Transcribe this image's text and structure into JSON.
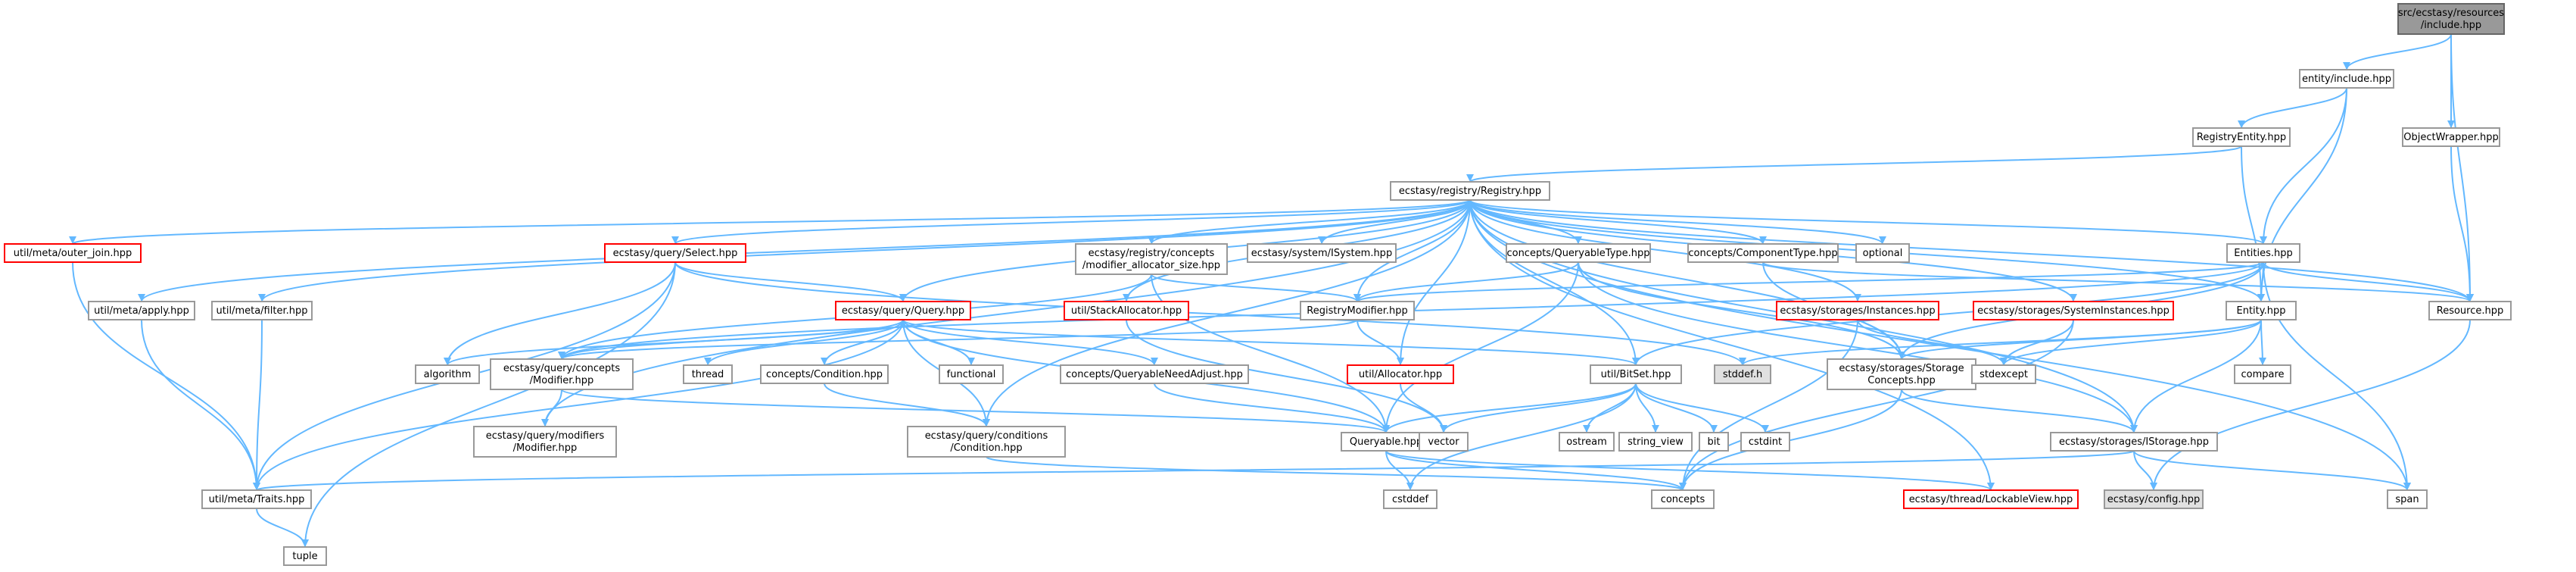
{
  "nodes": [
    {
      "id": "root",
      "lines": [
        "src/ecstasy/resources",
        "/include.hpp"
      ],
      "style": "root"
    },
    {
      "id": "entity_include",
      "lines": [
        "entity/include.hpp"
      ],
      "style": "normal"
    },
    {
      "id": "object_wrapper",
      "lines": [
        "ObjectWrapper.hpp"
      ],
      "style": "normal"
    },
    {
      "id": "registry_entity",
      "lines": [
        "RegistryEntity.hpp"
      ],
      "style": "normal"
    },
    {
      "id": "registry",
      "lines": [
        "ecstasy/registry/Registry.hpp"
      ],
      "style": "normal"
    },
    {
      "id": "outer_join",
      "lines": [
        "util/meta/outer_join.hpp"
      ],
      "style": "red"
    },
    {
      "id": "select",
      "lines": [
        "ecstasy/query/Select.hpp"
      ],
      "style": "red"
    },
    {
      "id": "modifier_alloc",
      "lines": [
        "ecstasy/registry/concepts",
        "/modifier_allocator_size.hpp"
      ],
      "style": "normal"
    },
    {
      "id": "isystem",
      "lines": [
        "ecstasy/system/ISystem.hpp"
      ],
      "style": "normal"
    },
    {
      "id": "queryable_type",
      "lines": [
        "concepts/QueryableType.hpp"
      ],
      "style": "normal"
    },
    {
      "id": "component_type",
      "lines": [
        "concepts/ComponentType.hpp"
      ],
      "style": "normal"
    },
    {
      "id": "optional",
      "lines": [
        "optional"
      ],
      "style": "normal"
    },
    {
      "id": "entities",
      "lines": [
        "Entities.hpp"
      ],
      "style": "normal"
    },
    {
      "id": "apply",
      "lines": [
        "util/meta/apply.hpp"
      ],
      "style": "normal"
    },
    {
      "id": "filter",
      "lines": [
        "util/meta/filter.hpp"
      ],
      "style": "normal"
    },
    {
      "id": "query",
      "lines": [
        "ecstasy/query/Query.hpp"
      ],
      "style": "red"
    },
    {
      "id": "stack_alloc",
      "lines": [
        "util/StackAllocator.hpp"
      ],
      "style": "red"
    },
    {
      "id": "registry_modifier",
      "lines": [
        "RegistryModifier.hpp"
      ],
      "style": "normal"
    },
    {
      "id": "instances",
      "lines": [
        "ecstasy/storages/Instances.hpp"
      ],
      "style": "red"
    },
    {
      "id": "system_instances",
      "lines": [
        "ecstasy/storages/SystemInstances.hpp"
      ],
      "style": "red"
    },
    {
      "id": "entity",
      "lines": [
        "Entity.hpp"
      ],
      "style": "normal"
    },
    {
      "id": "resource",
      "lines": [
        "Resource.hpp"
      ],
      "style": "normal"
    },
    {
      "id": "algorithm",
      "lines": [
        "algorithm"
      ],
      "style": "normal"
    },
    {
      "id": "q_modifier",
      "lines": [
        "ecstasy/query/concepts",
        "/Modifier.hpp"
      ],
      "style": "normal"
    },
    {
      "id": "thread",
      "lines": [
        "thread"
      ],
      "style": "normal"
    },
    {
      "id": "condition",
      "lines": [
        "concepts/Condition.hpp"
      ],
      "style": "normal"
    },
    {
      "id": "functional",
      "lines": [
        "functional"
      ],
      "style": "normal"
    },
    {
      "id": "queryable_need",
      "lines": [
        "concepts/QueryableNeedAdjust.hpp"
      ],
      "style": "normal"
    },
    {
      "id": "allocator",
      "lines": [
        "util/Allocator.hpp"
      ],
      "style": "red"
    },
    {
      "id": "stddef_h",
      "lines": [
        "stddef.h"
      ],
      "style": "gray"
    },
    {
      "id": "bitset",
      "lines": [
        "util/BitSet.hpp"
      ],
      "style": "normal"
    },
    {
      "id": "storage_concepts",
      "lines": [
        "ecstasy/storages/Storage",
        "Concepts.hpp"
      ],
      "style": "normal"
    },
    {
      "id": "stdexcept",
      "lines": [
        "stdexcept"
      ],
      "style": "normal"
    },
    {
      "id": "compare",
      "lines": [
        "compare"
      ],
      "style": "normal"
    },
    {
      "id": "mods_modifier",
      "lines": [
        "ecstasy/query/modifiers",
        "/Modifier.hpp"
      ],
      "style": "normal"
    },
    {
      "id": "conditions_condition",
      "lines": [
        "ecstasy/query/conditions",
        "/Condition.hpp"
      ],
      "style": "normal"
    },
    {
      "id": "queryable",
      "lines": [
        "Queryable.hpp"
      ],
      "style": "normal"
    },
    {
      "id": "vector",
      "lines": [
        "vector"
      ],
      "style": "normal"
    },
    {
      "id": "ostream",
      "lines": [
        "ostream"
      ],
      "style": "normal"
    },
    {
      "id": "string_view",
      "lines": [
        "string_view"
      ],
      "style": "normal"
    },
    {
      "id": "bit",
      "lines": [
        "bit"
      ],
      "style": "normal"
    },
    {
      "id": "cstdint",
      "lines": [
        "cstdint"
      ],
      "style": "normal"
    },
    {
      "id": "istorage",
      "lines": [
        "ecstasy/storages/IStorage.hpp"
      ],
      "style": "normal"
    },
    {
      "id": "traits",
      "lines": [
        "util/meta/Traits.hpp"
      ],
      "style": "normal"
    },
    {
      "id": "cstddef",
      "lines": [
        "cstddef"
      ],
      "style": "normal"
    },
    {
      "id": "concepts",
      "lines": [
        "concepts"
      ],
      "style": "normal"
    },
    {
      "id": "lockable_view",
      "lines": [
        "ecstasy/thread/LockableView.hpp"
      ],
      "style": "red"
    },
    {
      "id": "config",
      "lines": [
        "ecstasy/config.hpp"
      ],
      "style": "gray"
    },
    {
      "id": "span",
      "lines": [
        "span"
      ],
      "style": "normal"
    },
    {
      "id": "tuple",
      "lines": [
        "tuple"
      ],
      "style": "normal"
    }
  ],
  "edges": [
    [
      "root",
      "entity_include"
    ],
    [
      "root",
      "object_wrapper"
    ],
    [
      "root",
      "resource"
    ],
    [
      "entity_include",
      "registry_entity"
    ],
    [
      "entity_include",
      "entities"
    ],
    [
      "entity_include",
      "entity"
    ],
    [
      "object_wrapper",
      "resource"
    ],
    [
      "registry_entity",
      "registry"
    ],
    [
      "registry_entity",
      "entity"
    ],
    [
      "registry",
      "outer_join"
    ],
    [
      "registry",
      "select"
    ],
    [
      "registry",
      "modifier_alloc"
    ],
    [
      "registry",
      "isystem"
    ],
    [
      "registry",
      "queryable_type"
    ],
    [
      "registry",
      "component_type"
    ],
    [
      "registry",
      "optional"
    ],
    [
      "registry",
      "entities"
    ],
    [
      "registry",
      "apply"
    ],
    [
      "registry",
      "filter"
    ],
    [
      "registry",
      "query"
    ],
    [
      "registry",
      "stack_alloc"
    ],
    [
      "registry",
      "registry_modifier"
    ],
    [
      "registry",
      "instances"
    ],
    [
      "registry",
      "system_instances"
    ],
    [
      "registry",
      "entity"
    ],
    [
      "registry",
      "resource"
    ],
    [
      "registry",
      "allocator"
    ],
    [
      "registry",
      "bitset"
    ],
    [
      "registry",
      "storage_concepts"
    ],
    [
      "registry",
      "istorage"
    ],
    [
      "registry",
      "mods_modifier"
    ],
    [
      "registry",
      "conditions_condition"
    ],
    [
      "registry",
      "lockable_view"
    ],
    [
      "registry",
      "span"
    ],
    [
      "outer_join",
      "traits"
    ],
    [
      "select",
      "query"
    ],
    [
      "select",
      "algorithm"
    ],
    [
      "select",
      "traits"
    ],
    [
      "select",
      "tuple"
    ],
    [
      "select",
      "stddef_h"
    ],
    [
      "modifier_alloc",
      "q_modifier"
    ],
    [
      "modifier_alloc",
      "registry_modifier"
    ],
    [
      "modifier_alloc",
      "queryable"
    ],
    [
      "queryable_type",
      "registry_modifier"
    ],
    [
      "queryable_type",
      "storage_concepts"
    ],
    [
      "queryable_type",
      "queryable"
    ],
    [
      "queryable_type",
      "istorage"
    ],
    [
      "component_type",
      "storage_concepts"
    ],
    [
      "component_type",
      "resource"
    ],
    [
      "entities",
      "entity"
    ],
    [
      "entities",
      "resource"
    ],
    [
      "entities",
      "registry_modifier"
    ],
    [
      "entities",
      "bitset"
    ],
    [
      "entities",
      "storage_concepts"
    ],
    [
      "entities",
      "span"
    ],
    [
      "entities",
      "q_modifier"
    ],
    [
      "apply",
      "traits"
    ],
    [
      "filter",
      "traits"
    ],
    [
      "query",
      "algorithm"
    ],
    [
      "query",
      "q_modifier"
    ],
    [
      "query",
      "thread"
    ],
    [
      "query",
      "condition"
    ],
    [
      "query",
      "functional"
    ],
    [
      "query",
      "queryable_need"
    ],
    [
      "query",
      "bitset"
    ],
    [
      "query",
      "queryable"
    ],
    [
      "query",
      "conditions_condition"
    ],
    [
      "query",
      "traits"
    ],
    [
      "stack_alloc",
      "vector"
    ],
    [
      "registry_modifier",
      "allocator"
    ],
    [
      "registry_modifier",
      "q_modifier"
    ],
    [
      "instances",
      "stdexcept"
    ],
    [
      "instances",
      "concepts"
    ],
    [
      "system_instances",
      "stdexcept"
    ],
    [
      "system_instances",
      "concepts"
    ],
    [
      "entity",
      "stddef_h"
    ],
    [
      "entity",
      "compare"
    ],
    [
      "entity",
      "istorage"
    ],
    [
      "entity",
      "storage_concepts"
    ],
    [
      "entity",
      "stdexcept"
    ],
    [
      "resource",
      "config"
    ],
    [
      "q_modifier",
      "mods_modifier"
    ],
    [
      "q_modifier",
      "queryable"
    ],
    [
      "condition",
      "conditions_condition"
    ],
    [
      "queryable_need",
      "queryable"
    ],
    [
      "allocator",
      "vector"
    ],
    [
      "bitset",
      "vector"
    ],
    [
      "bitset",
      "ostream"
    ],
    [
      "bitset",
      "string_view"
    ],
    [
      "bitset",
      "bit"
    ],
    [
      "bitset",
      "cstdint"
    ],
    [
      "bitset",
      "cstddef"
    ],
    [
      "bitset",
      "queryable"
    ],
    [
      "storage_concepts",
      "istorage"
    ],
    [
      "storage_concepts",
      "concepts"
    ],
    [
      "conditions_condition",
      "concepts"
    ],
    [
      "queryable",
      "cstddef"
    ],
    [
      "queryable",
      "concepts"
    ],
    [
      "queryable",
      "lockable_view"
    ],
    [
      "istorage",
      "traits"
    ],
    [
      "istorage",
      "config"
    ],
    [
      "istorage",
      "span"
    ],
    [
      "traits",
      "tuple"
    ]
  ]
}
